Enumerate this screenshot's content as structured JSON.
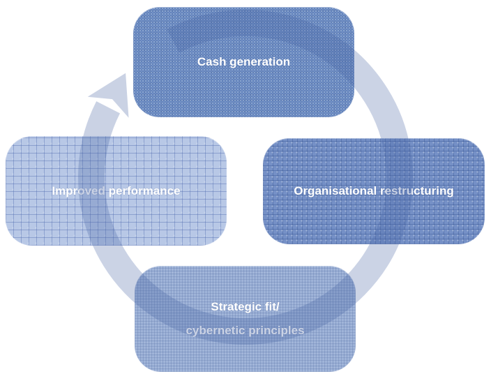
{
  "diagram": {
    "type": "cycle",
    "direction": "clockwise",
    "arrow": {
      "color": "#4462a0",
      "opacity": 0.28
    },
    "nodes": [
      {
        "position": "top",
        "label": "Cash generation",
        "fill": "#5176b6"
      },
      {
        "position": "right",
        "label": "Organisational restructuring",
        "fill": "#7590c6"
      },
      {
        "position": "bottom",
        "lines": [
          "Strategic fit/",
          "cybernetic principles"
        ],
        "fill": "#92a9d3"
      },
      {
        "position": "left",
        "label": "Improved performance",
        "fill": "#b8c8e6"
      }
    ]
  }
}
